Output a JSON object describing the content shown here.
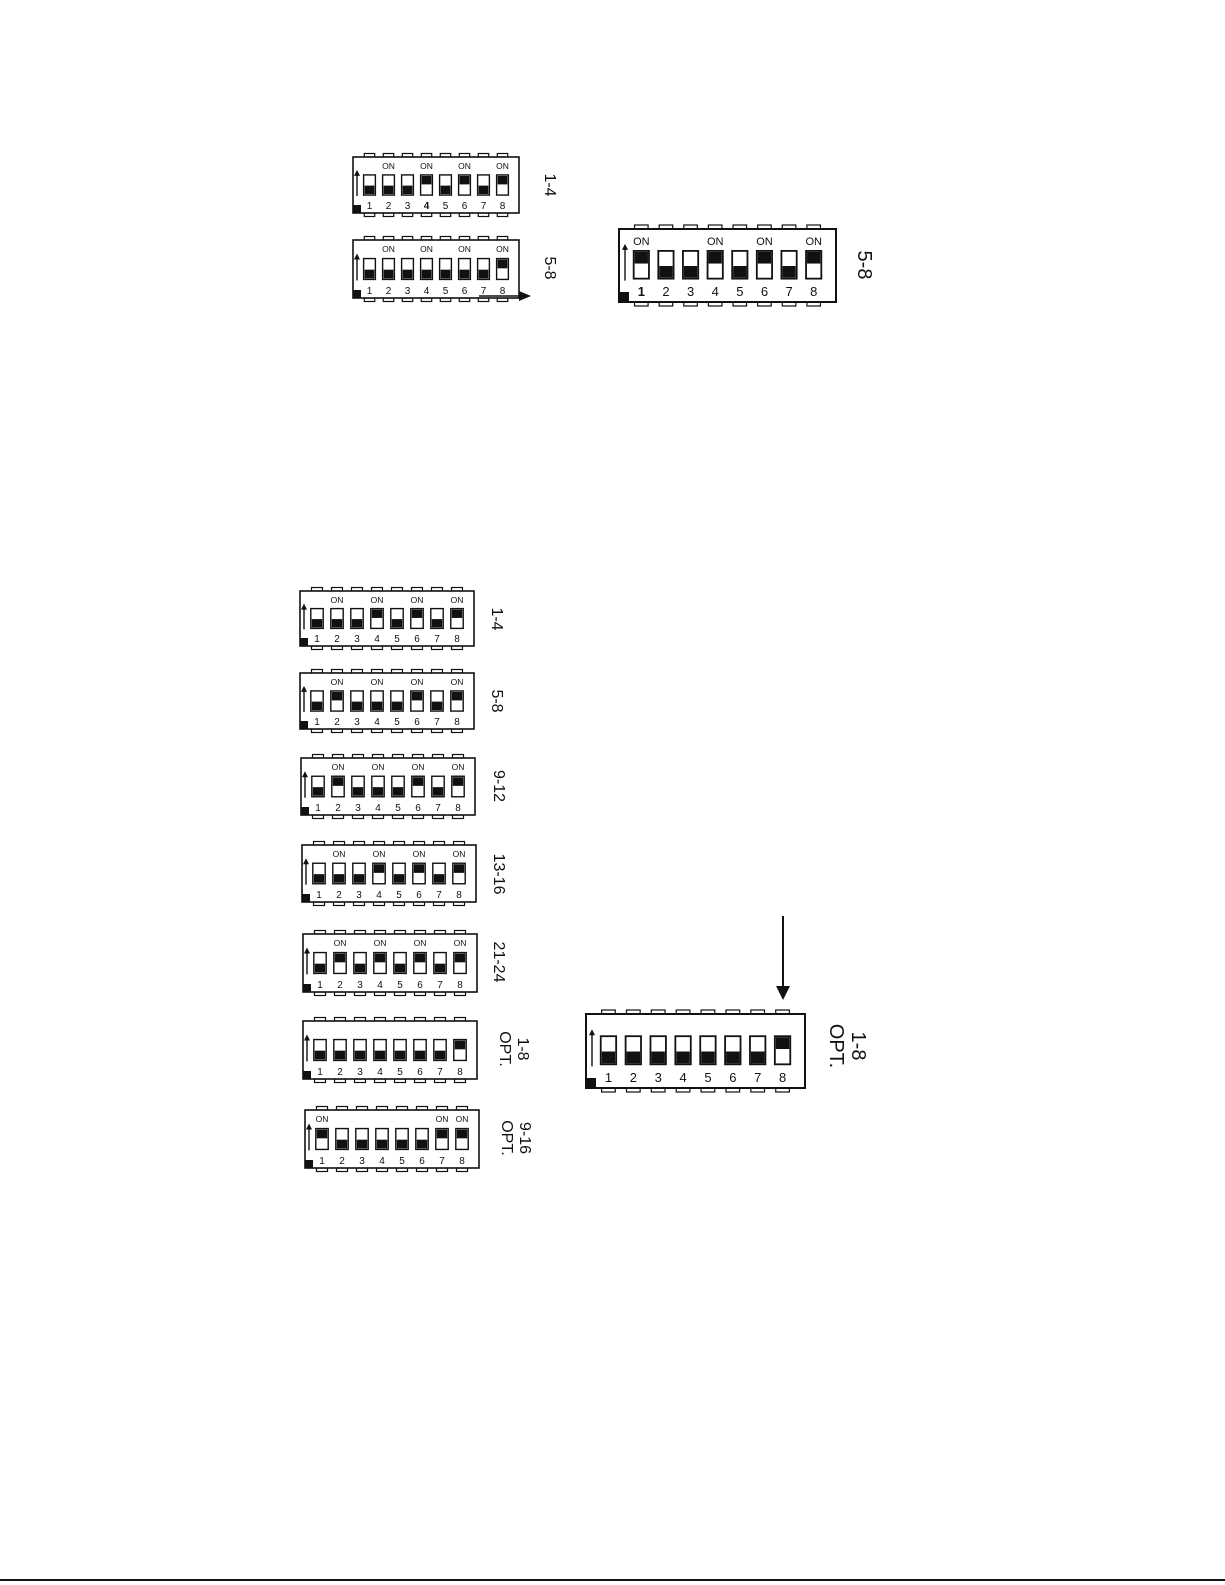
{
  "on_label": "ON",
  "colors": {
    "ink": "#111111",
    "paper": "#ffffff"
  },
  "position_legend": {
    "up": "lever up = switch set to ON (toward ON marking)",
    "down": "lever down = switch OFF"
  },
  "switch_blocks": [
    {
      "id": "top-small-1-4",
      "side_label": [
        "1-4"
      ],
      "switch_numbers": [
        "1",
        "2",
        "3",
        "4",
        "5",
        "6",
        "7",
        "8"
      ],
      "on_markers": [
        false,
        true,
        false,
        true,
        false,
        true,
        false,
        true
      ],
      "positions": [
        "down",
        "down",
        "down",
        "up",
        "down",
        "up",
        "down",
        "up"
      ],
      "bold_numbers": [
        4
      ],
      "pointer_arrow": false
    },
    {
      "id": "top-small-5-8",
      "side_label": [
        "5-8"
      ],
      "switch_numbers": [
        "1",
        "2",
        "3",
        "4",
        "5",
        "6",
        "7",
        "8"
      ],
      "on_markers": [
        false,
        true,
        false,
        true,
        false,
        true,
        false,
        true
      ],
      "positions": [
        "down",
        "down",
        "down",
        "down",
        "down",
        "down",
        "down",
        "up"
      ],
      "bold_numbers": [],
      "pointer_arrow": true
    },
    {
      "id": "top-large-5-8",
      "side_label": [
        "5-8"
      ],
      "switch_numbers": [
        "1",
        "2",
        "3",
        "4",
        "5",
        "6",
        "7",
        "8"
      ],
      "on_markers": [
        true,
        false,
        false,
        true,
        false,
        true,
        false,
        true
      ],
      "positions": [
        "up",
        "down",
        "down",
        "up",
        "down",
        "up",
        "down",
        "up"
      ],
      "bold_numbers": [
        1
      ],
      "pointer_arrow": false
    },
    {
      "id": "list-1-4",
      "side_label": [
        "1-4"
      ],
      "switch_numbers": [
        "1",
        "2",
        "3",
        "4",
        "5",
        "6",
        "7",
        "8"
      ],
      "on_markers": [
        false,
        true,
        false,
        true,
        false,
        true,
        false,
        true
      ],
      "positions": [
        "down",
        "down",
        "down",
        "up",
        "down",
        "up",
        "down",
        "up"
      ],
      "bold_numbers": [],
      "pointer_arrow": false
    },
    {
      "id": "list-5-8",
      "side_label": [
        "5-8"
      ],
      "switch_numbers": [
        "1",
        "2",
        "3",
        "4",
        "5",
        "6",
        "7",
        "8"
      ],
      "on_markers": [
        false,
        true,
        false,
        true,
        false,
        true,
        false,
        true
      ],
      "positions": [
        "down",
        "up",
        "down",
        "down",
        "down",
        "up",
        "down",
        "up"
      ],
      "bold_numbers": [],
      "pointer_arrow": false
    },
    {
      "id": "list-9-12",
      "side_label": [
        "9-12"
      ],
      "switch_numbers": [
        "1",
        "2",
        "3",
        "4",
        "5",
        "6",
        "7",
        "8"
      ],
      "on_markers": [
        false,
        true,
        false,
        true,
        false,
        true,
        false,
        true
      ],
      "positions": [
        "down",
        "up",
        "down",
        "down",
        "down",
        "up",
        "down",
        "up"
      ],
      "bold_numbers": [],
      "pointer_arrow": false
    },
    {
      "id": "list-13-16",
      "side_label": [
        "13-16"
      ],
      "switch_numbers": [
        "1",
        "2",
        "3",
        "4",
        "5",
        "6",
        "7",
        "8"
      ],
      "on_markers": [
        false,
        true,
        false,
        true,
        false,
        true,
        false,
        true
      ],
      "positions": [
        "down",
        "down",
        "down",
        "up",
        "down",
        "up",
        "down",
        "up"
      ],
      "bold_numbers": [],
      "pointer_arrow": false
    },
    {
      "id": "list-21-24",
      "side_label": [
        "21-24"
      ],
      "switch_numbers": [
        "1",
        "2",
        "3",
        "4",
        "5",
        "6",
        "7",
        "8"
      ],
      "on_markers": [
        false,
        true,
        false,
        true,
        false,
        true,
        false,
        true
      ],
      "positions": [
        "down",
        "up",
        "down",
        "up",
        "down",
        "up",
        "down",
        "up"
      ],
      "bold_numbers": [],
      "pointer_arrow": false
    },
    {
      "id": "list-opt-1-8",
      "side_label": [
        "OPT.",
        "1-8"
      ],
      "switch_numbers": [
        "1",
        "2",
        "3",
        "4",
        "5",
        "6",
        "7",
        "8"
      ],
      "on_markers": [
        false,
        false,
        false,
        false,
        false,
        false,
        false,
        false
      ],
      "positions": [
        "down",
        "down",
        "down",
        "down",
        "down",
        "down",
        "down",
        "up"
      ],
      "bold_numbers": [],
      "pointer_arrow": false
    },
    {
      "id": "list-opt-9-16",
      "side_label": [
        "OPT.",
        "9-16"
      ],
      "switch_numbers": [
        "1",
        "2",
        "3",
        "4",
        "5",
        "6",
        "7",
        "8"
      ],
      "on_markers": [
        true,
        false,
        false,
        false,
        false,
        false,
        true,
        true
      ],
      "positions": [
        "up",
        "down",
        "down",
        "down",
        "down",
        "down",
        "up",
        "up"
      ],
      "bold_numbers": [],
      "pointer_arrow": false
    },
    {
      "id": "large-opt-1-8",
      "side_label": [
        "OPT.",
        "1-8"
      ],
      "switch_numbers": [
        "1",
        "2",
        "3",
        "4",
        "5",
        "6",
        "7",
        "8"
      ],
      "on_markers": [
        false,
        false,
        false,
        false,
        false,
        false,
        false,
        false
      ],
      "positions": [
        "down",
        "down",
        "down",
        "down",
        "down",
        "down",
        "down",
        "up"
      ],
      "bold_numbers": [],
      "pointer_arrow": false
    }
  ],
  "callout_arrow": {
    "points_to_block": "large-opt-1-8",
    "points_to_switch": 8
  }
}
